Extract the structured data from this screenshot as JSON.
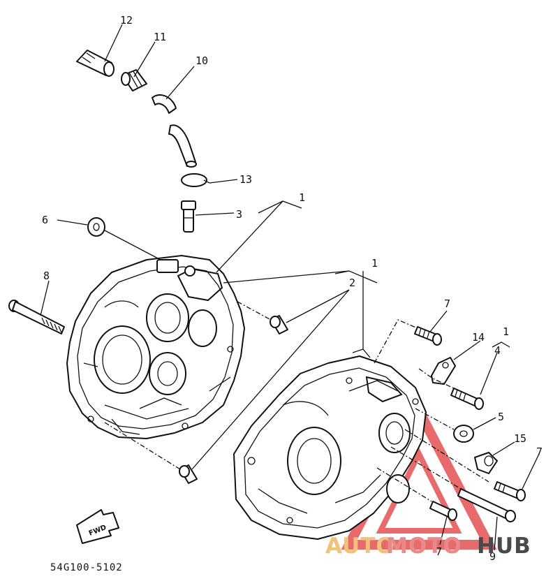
{
  "diagram": {
    "callouts": [
      {
        "id": "label-12",
        "text": "12"
      },
      {
        "id": "label-11",
        "text": "11"
      },
      {
        "id": "label-10",
        "text": "10"
      },
      {
        "id": "label-13",
        "text": "13"
      },
      {
        "id": "label-3",
        "text": "3"
      },
      {
        "id": "label-1-top",
        "text": "1"
      },
      {
        "id": "label-6",
        "text": "6"
      },
      {
        "id": "label-1-mid",
        "text": "1"
      },
      {
        "id": "label-2",
        "text": "2"
      },
      {
        "id": "label-8",
        "text": "8"
      },
      {
        "id": "label-7-top",
        "text": "7"
      },
      {
        "id": "label-14",
        "text": "14"
      },
      {
        "id": "label-1-right",
        "text": "1"
      },
      {
        "id": "label-4",
        "text": "4"
      },
      {
        "id": "label-5",
        "text": "5"
      },
      {
        "id": "label-15",
        "text": "15"
      },
      {
        "id": "label-7-right",
        "text": "7"
      },
      {
        "id": "label-7-bottom",
        "text": "7"
      },
      {
        "id": "label-9",
        "text": "9"
      }
    ],
    "fwd_label": "FWD",
    "part_code": "54G100-5102"
  },
  "watermark": {
    "text_auto": "AUTO",
    "text_moto": "MOTO",
    "text_hub": "HUB",
    "color_auto": "#f3c27a",
    "color_moto": "#e88a8a",
    "color_hub": "#4a4a4a",
    "triangle_color": "#e03a3a"
  }
}
